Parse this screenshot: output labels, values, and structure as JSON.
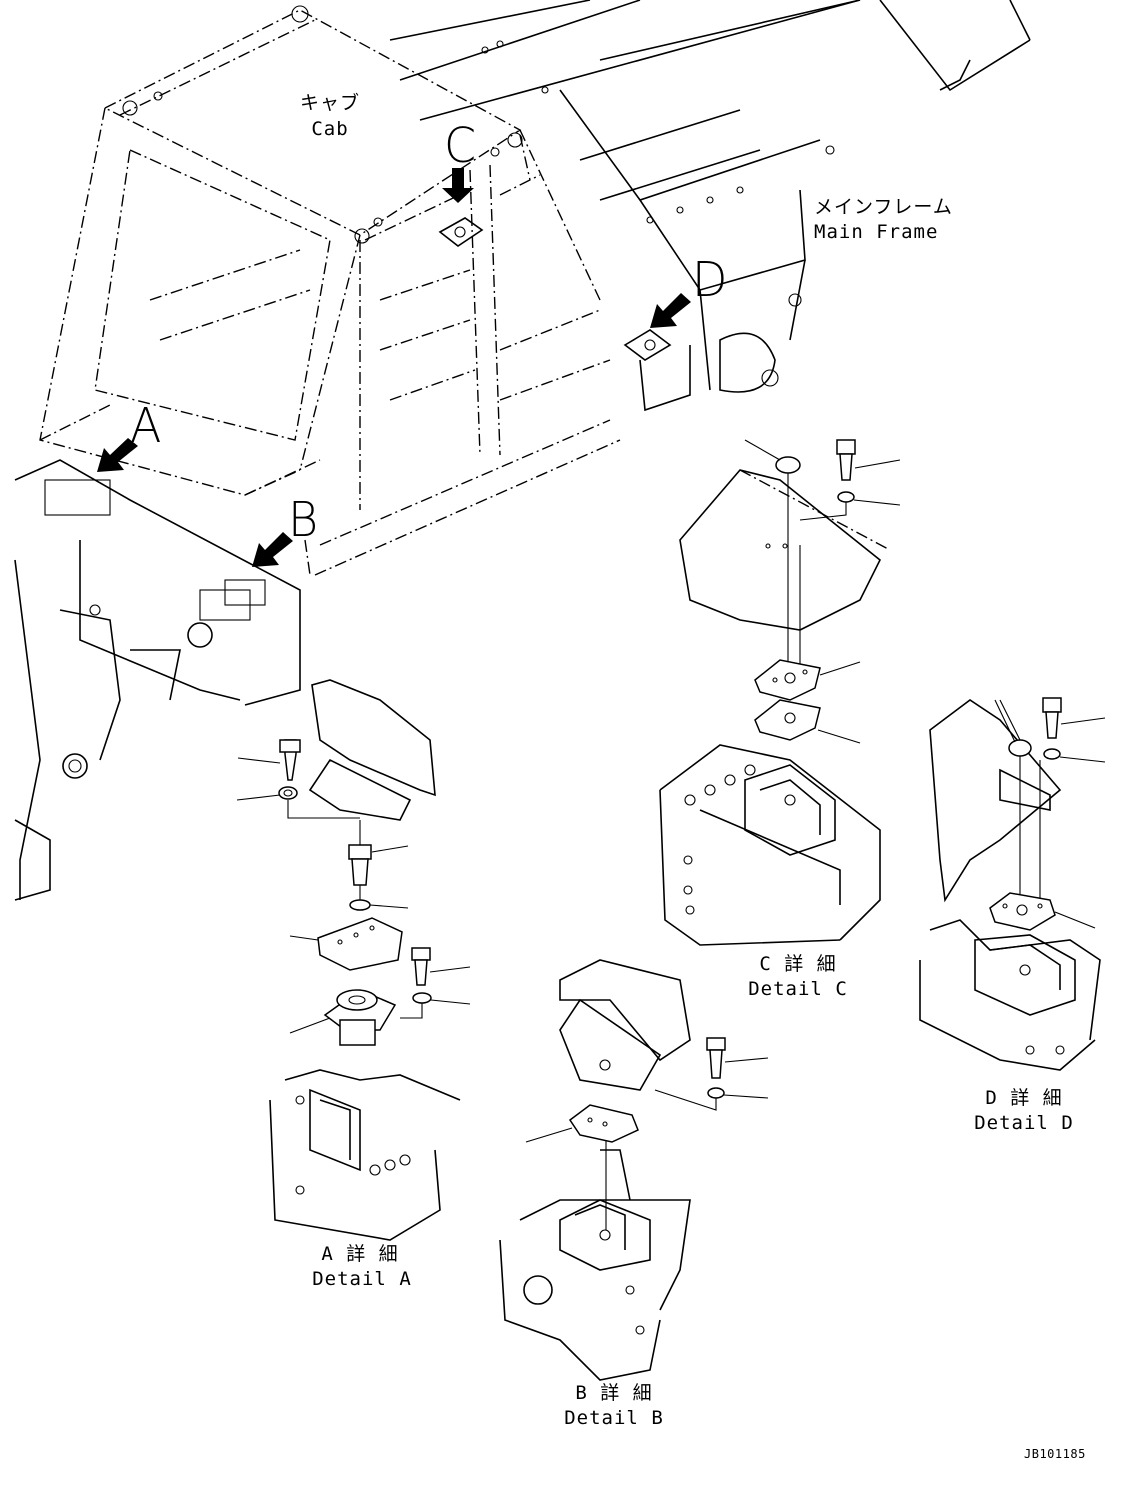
{
  "labels": {
    "cab_jp": "キャブ",
    "cab_en": "Cab",
    "main_frame_jp": "メインフレーム",
    "main_frame_en": "Main Frame",
    "detail_a_jp": "A 詳 細",
    "detail_a_en": "Detail A",
    "detail_b_jp": "B 詳 細",
    "detail_b_en": "Detail B",
    "detail_c_jp": "C 詳 細",
    "detail_c_en": "Detail C",
    "detail_d_jp": "D 詳 細",
    "detail_d_en": "Detail D"
  },
  "callouts": {
    "a": "A",
    "b": "B",
    "c": "C",
    "d": "D"
  },
  "drawing_code": "JB101185",
  "colors": {
    "line": "#000000",
    "background": "#ffffff"
  }
}
